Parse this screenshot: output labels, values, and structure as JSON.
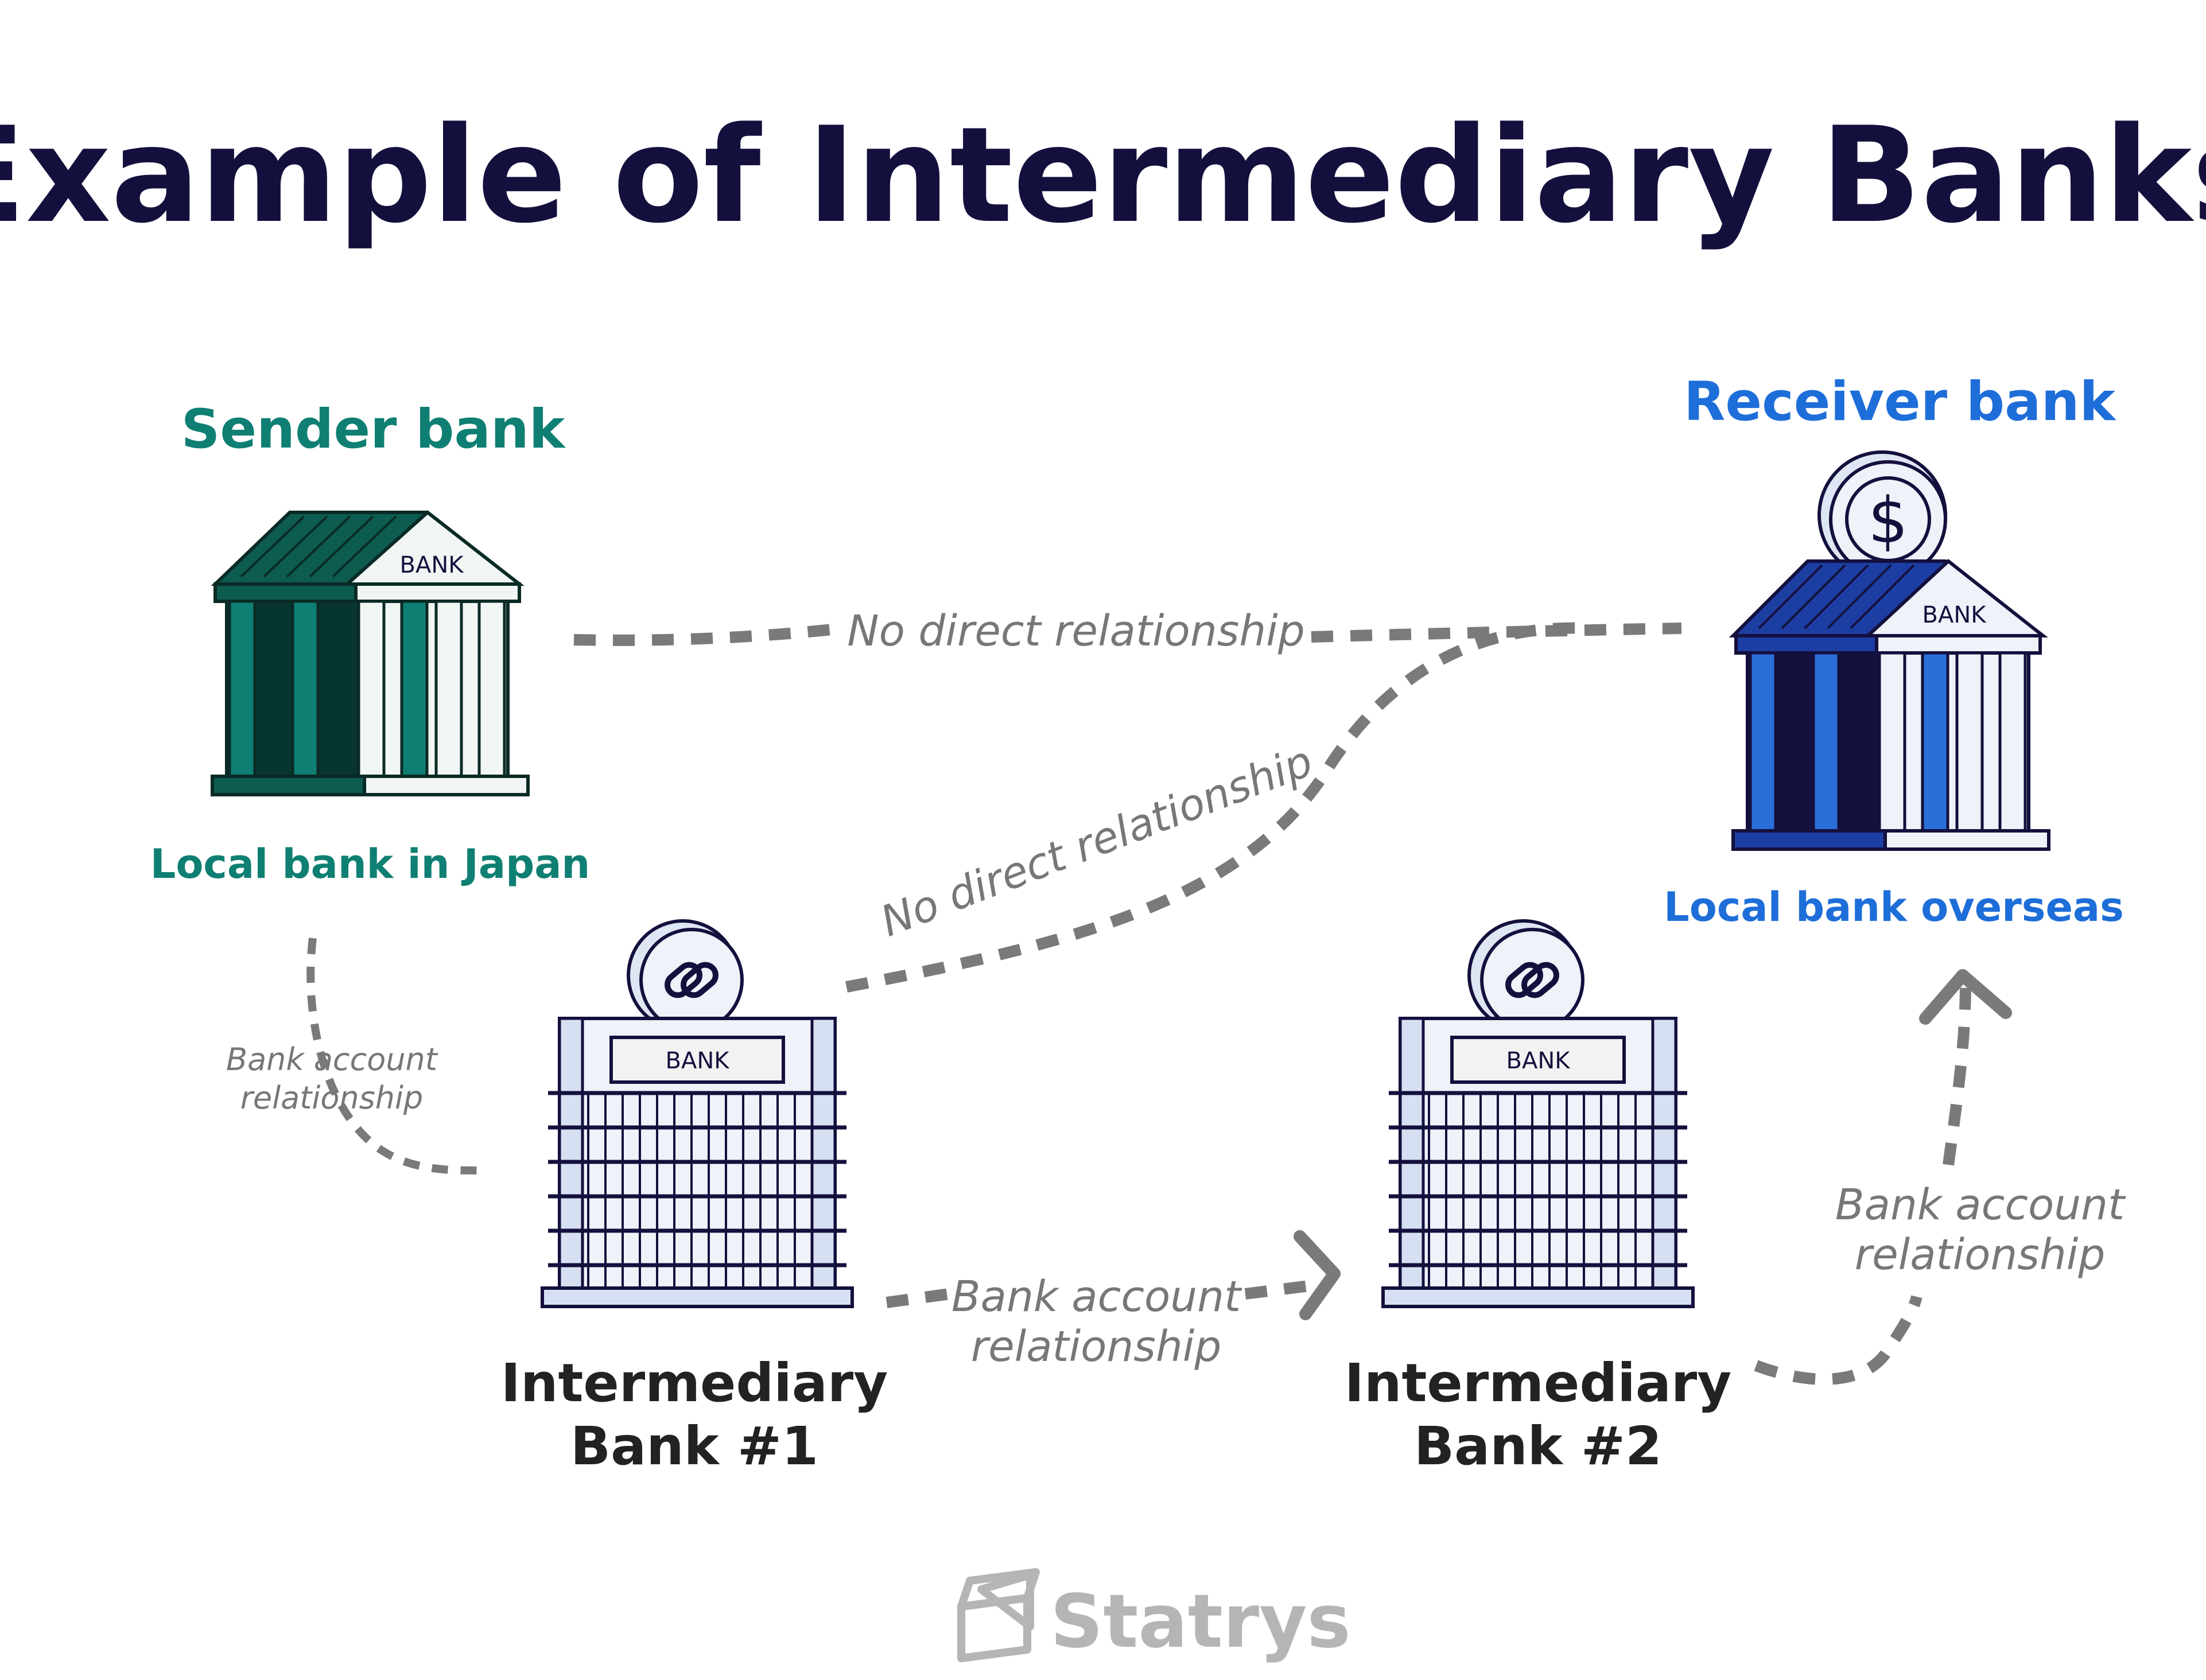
{
  "title": "Example of Intermediary Banks",
  "sender": {
    "heading": "Sender bank",
    "subtitle": "Local bank in Japan",
    "sign": "BANK"
  },
  "receiver": {
    "heading": "Receiver bank",
    "subtitle": "Local bank overseas",
    "sign": "BANK"
  },
  "intermediary_1": {
    "label_line1": "Intermediary",
    "label_line2": "Bank #1",
    "sign": "BANK"
  },
  "intermediary_2": {
    "label_line1": "Intermediary",
    "label_line2": "Bank #2",
    "sign": "BANK"
  },
  "relationships": {
    "sender_receiver": "No direct relationship",
    "inter1_receiver": "No direct relationship",
    "sender_inter1": {
      "line1": "Bank account",
      "line2": "relationship"
    },
    "inter1_inter2": {
      "line1": "Bank account",
      "line2": "relationship"
    },
    "inter2_receiver": {
      "line1": "Bank account",
      "line2": "relationship"
    }
  },
  "brand": {
    "name": "Statrys",
    "logo_icon": "statrys-logo-icon"
  },
  "colors": {
    "title": "#14103d",
    "sender": "#0f7f73",
    "receiver": "#1e6ed9",
    "connector": "#7a7a7a",
    "brand": "#b5b5b5"
  }
}
